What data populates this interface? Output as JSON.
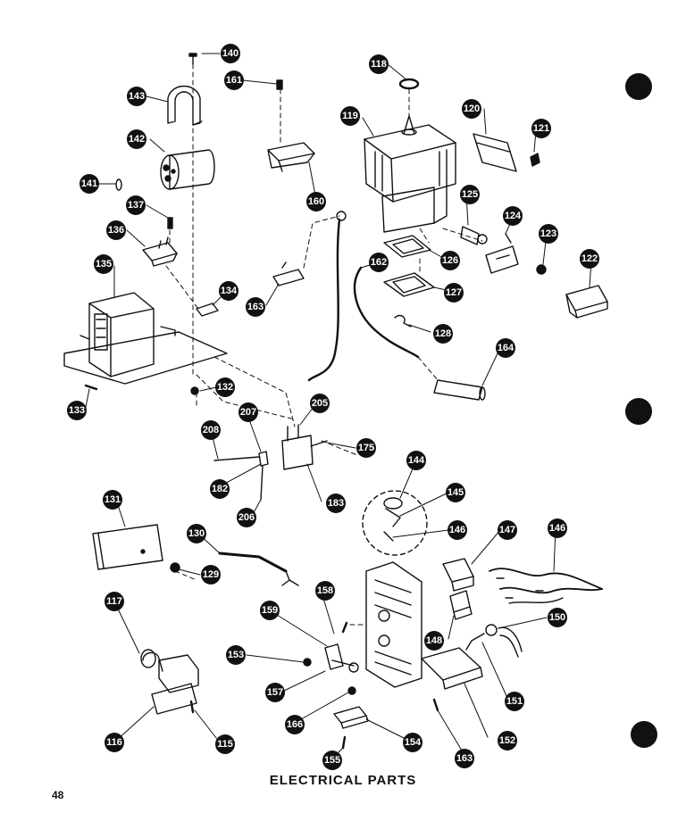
{
  "title": "ELECTRICAL PARTS",
  "page_number": "48",
  "callouts": [
    {
      "id": "c140",
      "label": "140"
    },
    {
      "id": "c143",
      "label": "143"
    },
    {
      "id": "c142",
      "label": "142"
    },
    {
      "id": "c141",
      "label": "141"
    },
    {
      "id": "c161",
      "label": "161"
    },
    {
      "id": "c160",
      "label": "160"
    },
    {
      "id": "c137",
      "label": "137"
    },
    {
      "id": "c136",
      "label": "136"
    },
    {
      "id": "c135",
      "label": "135"
    },
    {
      "id": "c134",
      "label": "134"
    },
    {
      "id": "c163a",
      "label": "163"
    },
    {
      "id": "c133",
      "label": "133"
    },
    {
      "id": "c132",
      "label": "132"
    },
    {
      "id": "c118",
      "label": "118"
    },
    {
      "id": "c119",
      "label": "119"
    },
    {
      "id": "c120",
      "label": "120"
    },
    {
      "id": "c121",
      "label": "121"
    },
    {
      "id": "c125",
      "label": "125"
    },
    {
      "id": "c124",
      "label": "124"
    },
    {
      "id": "c123",
      "label": "123"
    },
    {
      "id": "c122",
      "label": "122"
    },
    {
      "id": "c126",
      "label": "126"
    },
    {
      "id": "c127",
      "label": "127"
    },
    {
      "id": "c128",
      "label": "128"
    },
    {
      "id": "c162",
      "label": "162"
    },
    {
      "id": "c164",
      "label": "164"
    },
    {
      "id": "c205",
      "label": "205"
    },
    {
      "id": "c207",
      "label": "207"
    },
    {
      "id": "c208",
      "label": "208"
    },
    {
      "id": "c175",
      "label": "175"
    },
    {
      "id": "c182",
      "label": "182"
    },
    {
      "id": "c206",
      "label": "206"
    },
    {
      "id": "c183",
      "label": "183"
    },
    {
      "id": "c131",
      "label": "131"
    },
    {
      "id": "c130",
      "label": "130"
    },
    {
      "id": "c129",
      "label": "129"
    },
    {
      "id": "c144",
      "label": "144"
    },
    {
      "id": "c145",
      "label": "145"
    },
    {
      "id": "c146a",
      "label": "146"
    },
    {
      "id": "c147",
      "label": "147"
    },
    {
      "id": "c146b",
      "label": "146"
    },
    {
      "id": "c117",
      "label": "117"
    },
    {
      "id": "c158",
      "label": "158"
    },
    {
      "id": "c159",
      "label": "159"
    },
    {
      "id": "c153",
      "label": "153"
    },
    {
      "id": "c148",
      "label": "148"
    },
    {
      "id": "c150",
      "label": "150"
    },
    {
      "id": "c157",
      "label": "157"
    },
    {
      "id": "c166",
      "label": "166"
    },
    {
      "id": "c151",
      "label": "151"
    },
    {
      "id": "c116",
      "label": "116"
    },
    {
      "id": "c115",
      "label": "115"
    },
    {
      "id": "c154",
      "label": "154"
    },
    {
      "id": "c163b",
      "label": "163"
    },
    {
      "id": "c152",
      "label": "152"
    },
    {
      "id": "c155",
      "label": "155"
    }
  ]
}
